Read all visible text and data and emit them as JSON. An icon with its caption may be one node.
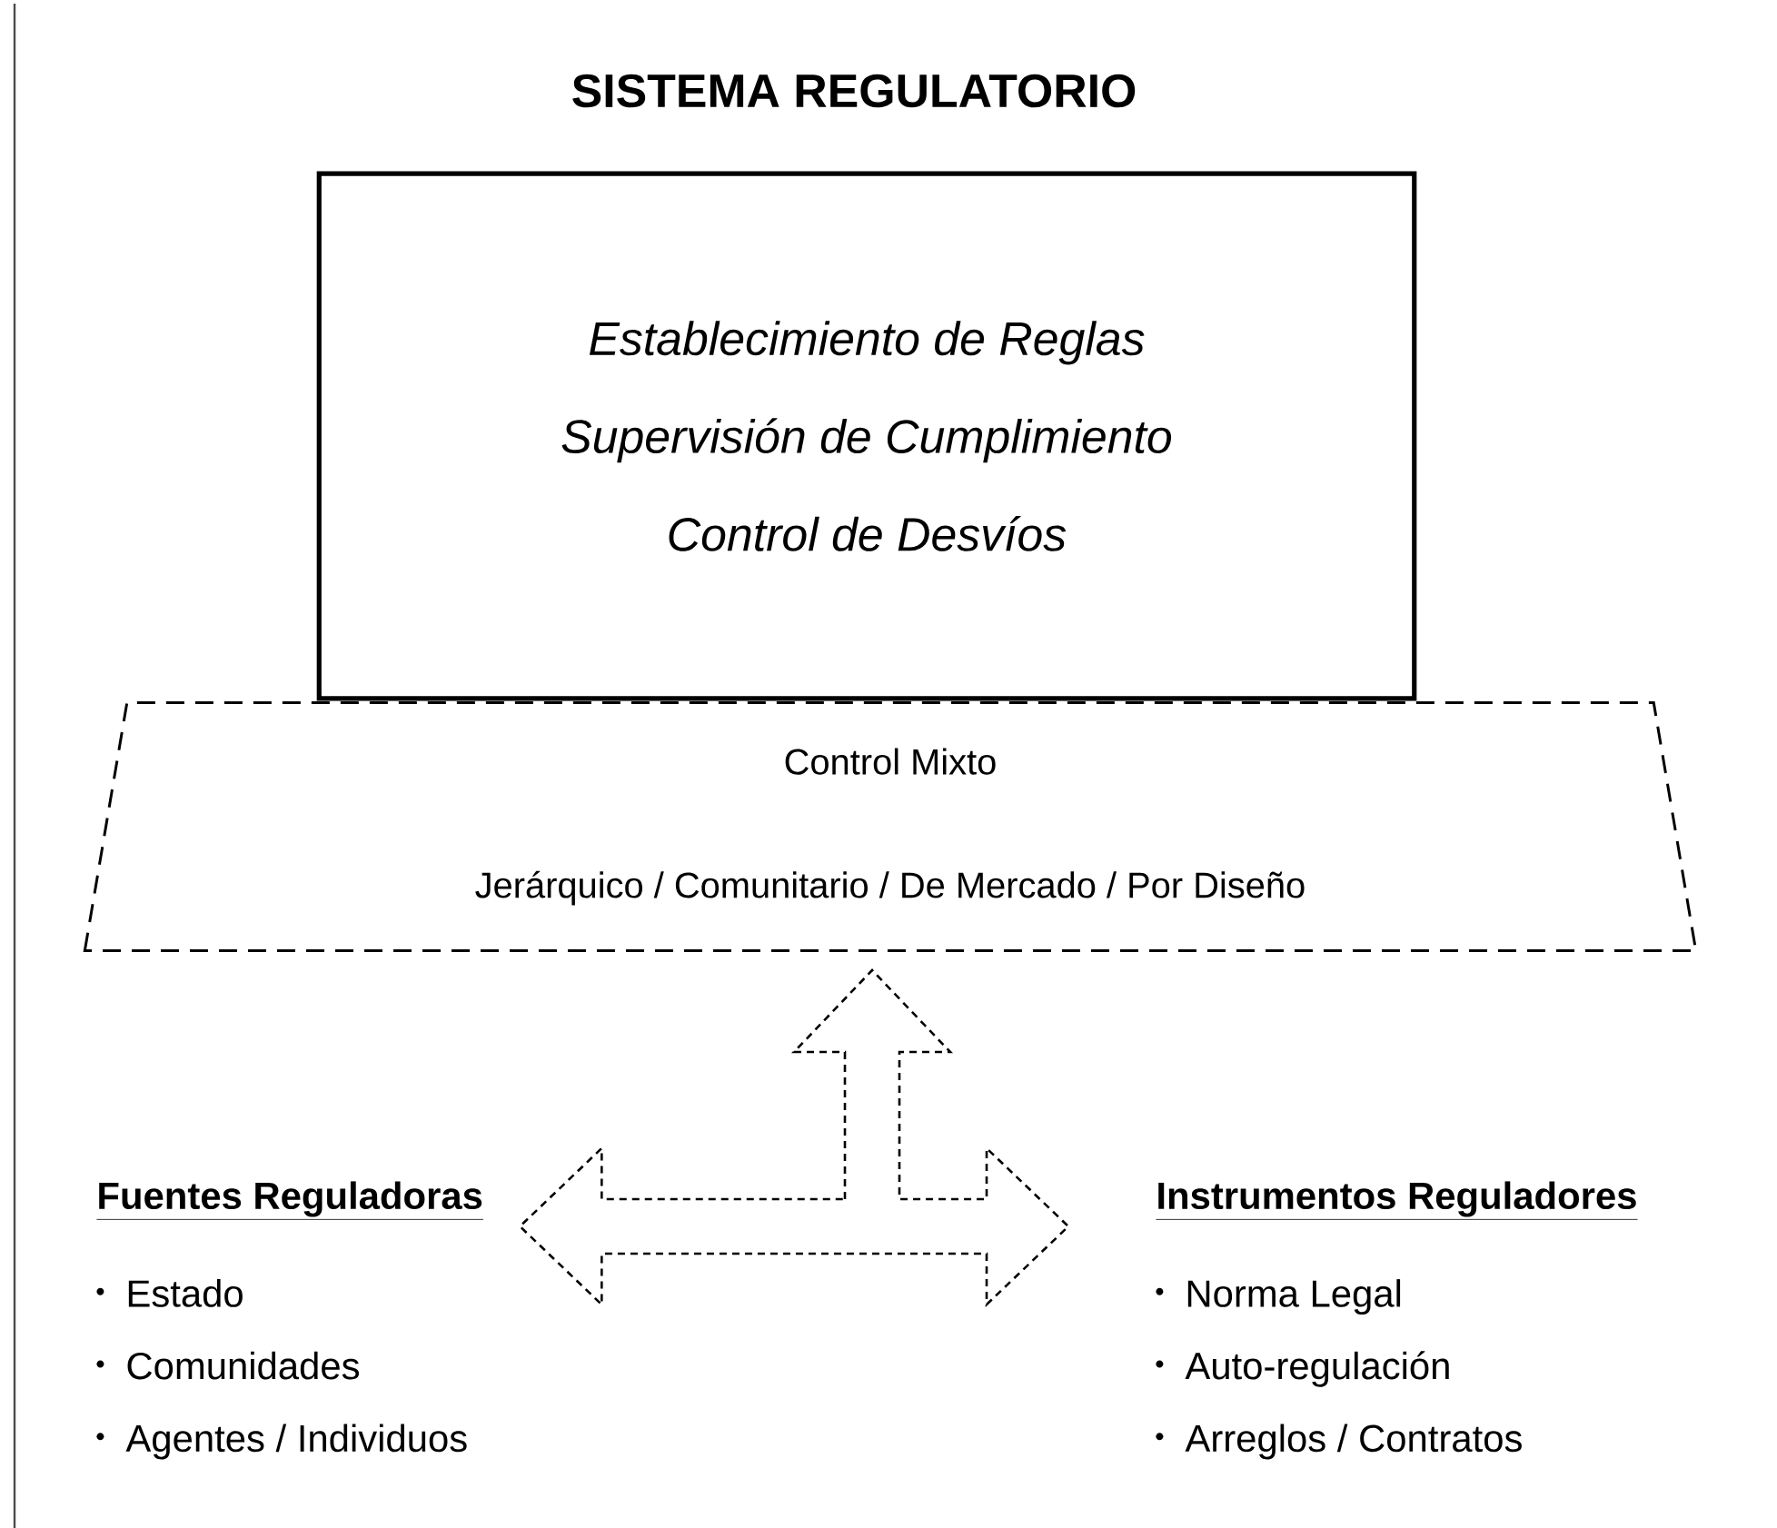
{
  "diagram": {
    "title": "SISTEMA REGULATORIO",
    "nodes": [
      {
        "text": [
          "Establecimiento de Reglas",
          "Supervisión de Cumplimiento",
          "Control de Desvíos"
        ]
      },
      {
        "text": [
          "Control Mixto",
          "Jerárquico / Comunitario / De Mercado / Por Diseño"
        ]
      },
      {
        "text": [
          "Fuentes Reguladoras",
          "Estado",
          "Comunidades",
          "Agentes / Individuos"
        ]
      },
      {
        "text": [
          "Instrumentos Reguladores",
          "Norma Legal",
          "Auto-regulación",
          "Arreglos / Contratos"
        ]
      }
    ],
    "edges": [
      {
        "from": 2,
        "to": 3,
        "arrow": "both",
        "style": "dashed"
      },
      {
        "from": 2,
        "to": 1,
        "arrow": "both",
        "style": "dashed"
      }
    ]
  }
}
